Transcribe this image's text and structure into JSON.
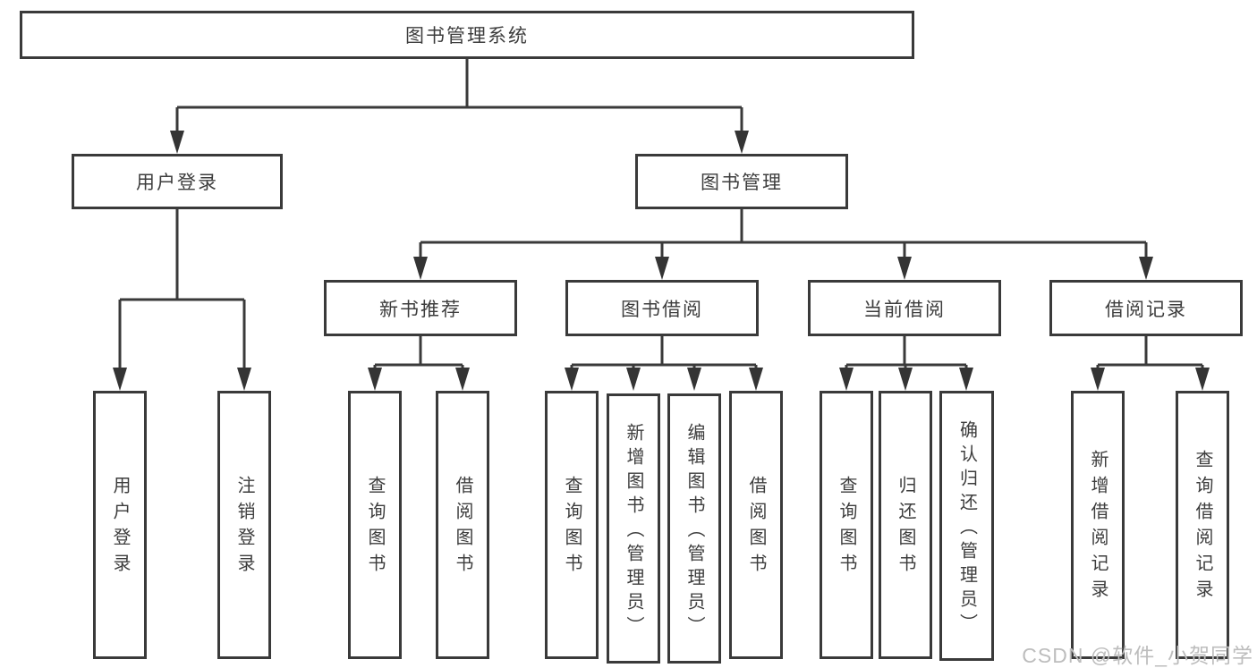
{
  "nodes": {
    "root": {
      "label": "图书管理系统"
    },
    "user_login": {
      "label": "用户登录"
    },
    "book_mgmt": {
      "label": "图书管理"
    },
    "new_book_rec": {
      "label": "新书推荐"
    },
    "book_borrow": {
      "label": "图书借阅"
    },
    "current_borrow": {
      "label": "当前借阅"
    },
    "borrow_records": {
      "label": "借阅记录"
    },
    "leaf_user_login": {
      "label": "用户登录"
    },
    "leaf_logout": {
      "label": "注销登录"
    },
    "rec_query_book": {
      "label": "查询图书"
    },
    "rec_borrow_book": {
      "label": "借阅图书"
    },
    "bor_query_book": {
      "label": "查询图书"
    },
    "bor_add_book": {
      "label": "新增图书（管理员）"
    },
    "bor_edit_book": {
      "label": "编辑图书（管理员）"
    },
    "bor_borrow_book": {
      "label": "借阅图书"
    },
    "cur_query_book": {
      "label": "查询图书"
    },
    "cur_return_book": {
      "label": "归还图书"
    },
    "cur_confirm_return": {
      "label": "确认归还（管理员）"
    },
    "rcd_add_record": {
      "label": "新增借阅记录"
    },
    "rcd_query_record": {
      "label": "查询借阅记录"
    }
  },
  "watermark": {
    "text": "CSDN @软件_小贺同学"
  },
  "colors": {
    "line": "#3a3a3a",
    "box_border": "#3a3a3a",
    "text": "#3d3d3d",
    "background": "#ffffff",
    "watermark": "#bdbdbd"
  }
}
